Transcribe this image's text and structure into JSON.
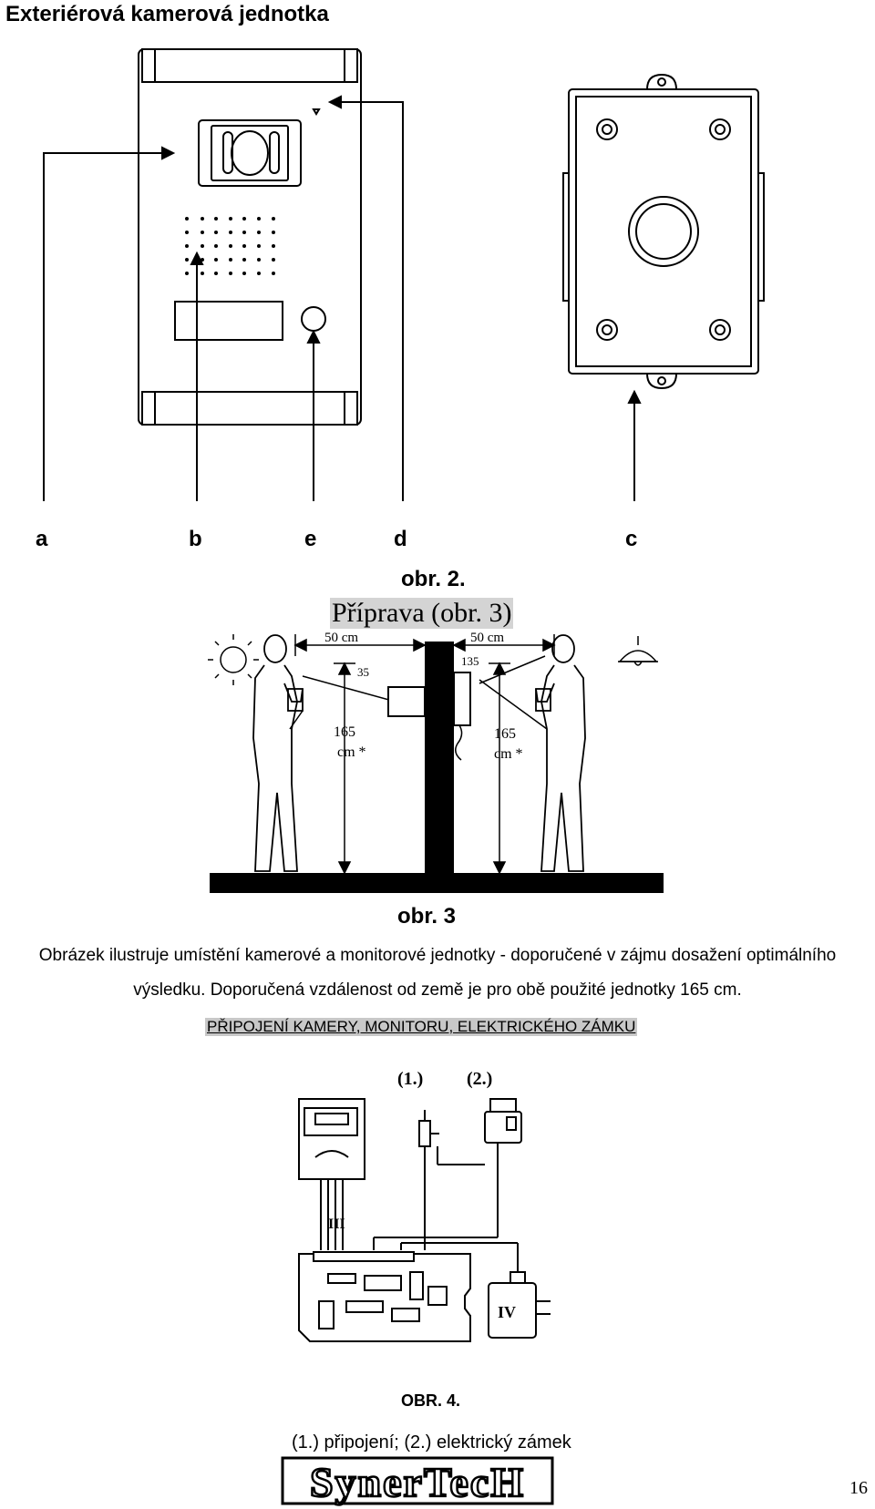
{
  "heading": "Exteriérová kamerová jednotka",
  "figure2": {
    "labels": [
      "a",
      "b",
      "e",
      "d",
      "c"
    ],
    "caption": "obr. 2."
  },
  "figure3": {
    "title": "Příprava (obr. 3)",
    "dim_left": "50 cm",
    "dim_right": "50 cm",
    "angle_left": "35",
    "angle_right": "135",
    "height_left_1": "165",
    "height_left_2": "cm *",
    "height_right_1": "165",
    "height_right_2": "cm *",
    "caption": "obr. 3"
  },
  "paragraph": {
    "line1": "Obrázek ilustruje umístění kamerové a monitorové jednotky - doporučené v zájmu dosažení optimálního",
    "line2": "výsledku. Doporučená vzdálenost od země je pro obě použité jednotky 165 cm."
  },
  "section_title": "PŘIPOJENÍ KAMERY, MONITORU, ELEKTRICKÉHO ZÁMKU",
  "figure4": {
    "label_1": "(1.)",
    "label_2": "(2.)",
    "label_III": "III",
    "label_IV": "IV",
    "caption": "OBR. 4.",
    "legend": "(1.) připojení; (2.) elektrický zámek"
  },
  "logo_text": "SynerTecH",
  "page_number": "16"
}
